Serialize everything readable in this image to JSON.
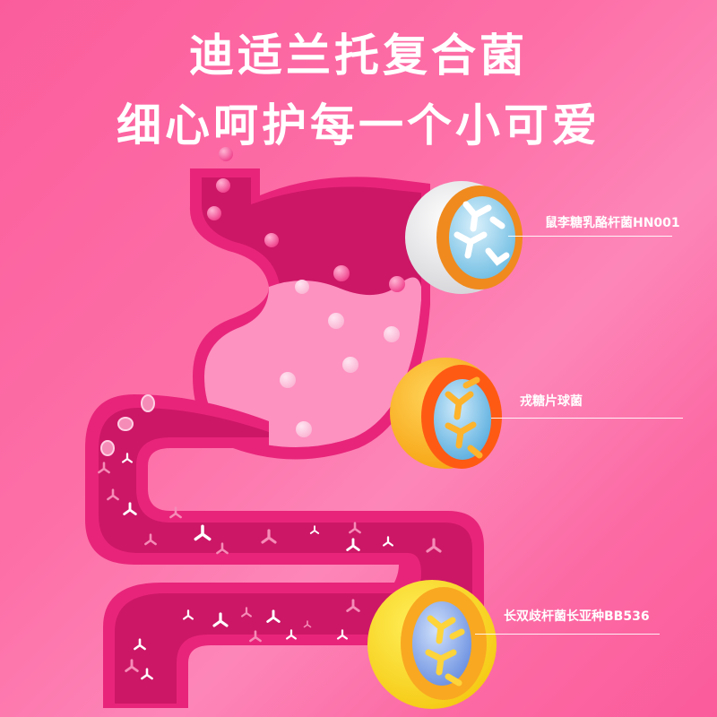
{
  "headline": {
    "line1": "迪适兰托复合菌",
    "line2": "细心呵护每一个小可爱"
  },
  "strains": [
    {
      "name": "鼠李糖乳酪杆菌HN001",
      "shell_color": "#e8e8ea",
      "ring_color": "#f08a1e",
      "core_color": "#a9d8ef",
      "pattern_color": "#ffffff"
    },
    {
      "name": "戎糖片球菌",
      "shell_color": "#fdb820",
      "ring_color": "#ff5a14",
      "core_color": "#8fcbe6",
      "pattern_color": "#fdb32c"
    },
    {
      "name": "长双歧杆菌长亚种BB536",
      "shell_color": "#fde22a",
      "ring_color": "#f9a821",
      "core_color": "#8fa9e6",
      "pattern_color": "#fdd43a"
    }
  ],
  "colors": {
    "background": "#fc6aa5",
    "organ_wall": "#e8247a",
    "organ_inner": "#cc1766",
    "stomach_fluid": "#fd91c0"
  }
}
